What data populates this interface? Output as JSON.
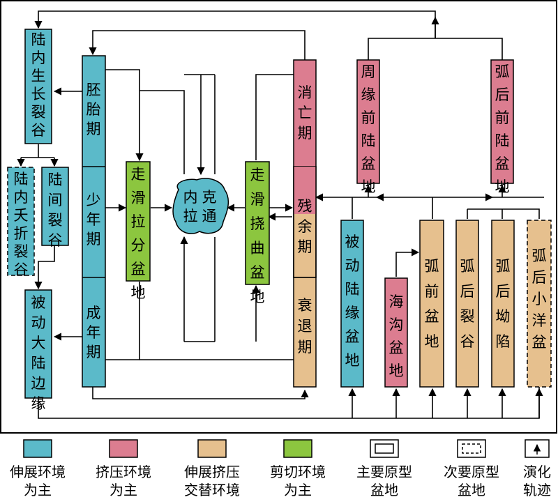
{
  "colors": {
    "blue": "#5bbac9",
    "pink": "#dc7d90",
    "tan": "#e6c08e",
    "green": "#8cc63f",
    "line": "#000000"
  },
  "boxes": {
    "rift_growth": "陆内生长裂谷",
    "rift_failed": "陆内夭折裂谷",
    "rift_inter": "陆间裂谷",
    "passive_margin_big": "被动大陆边缘",
    "stage_embryo": "胚胎期",
    "stage_young": "少年期",
    "stage_adult": "成年期",
    "strike_pull": "走滑拉分盆地",
    "craton": "克拉通内",
    "strike_flex": "走滑挠曲盆地",
    "stage_decline": "消亡期",
    "stage_remnant": "残余期",
    "stage_fading": "衰退期",
    "foreland_peri": "周缘前陆盆地",
    "foreland_backarc": "弧后前陆盆地",
    "passive_margin_basin": "被动陆缘盆地",
    "trench": "海沟盆地",
    "forearc": "弧前盆地",
    "backarc_rift": "弧后裂谷",
    "backarc_sag": "弧后坳陷",
    "backarc_ocean": "弧后小洋盆"
  },
  "legend": {
    "extension": "伸展环境为主",
    "compression": "挤压环境为主",
    "alternating": "伸展挤压交替环境",
    "shear": "剪切环境为主",
    "primary": "主要原型盆地",
    "secondary": "次要原型盆地",
    "track": "演化轨迹"
  }
}
